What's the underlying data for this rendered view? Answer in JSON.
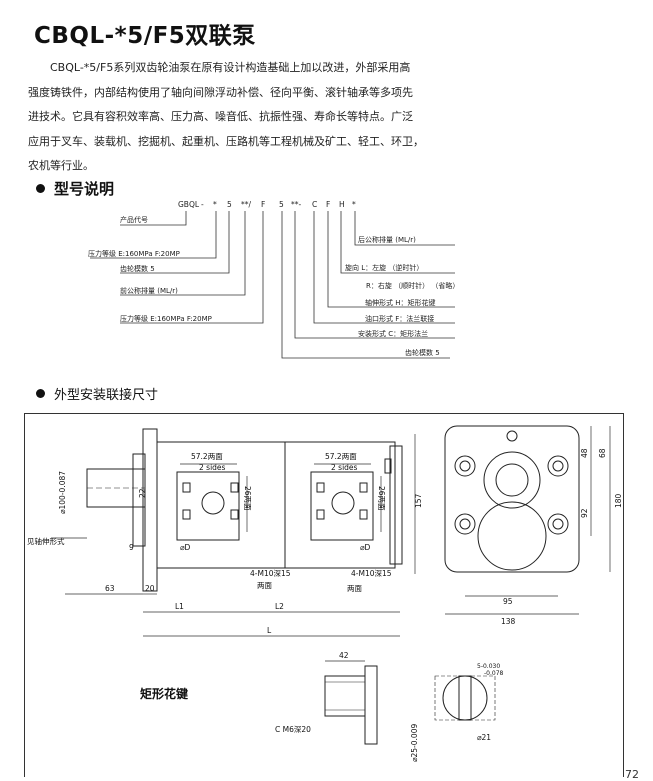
{
  "page": {
    "title": "CBQL-*5/F5双联泵",
    "intro_lines": [
      "CBQL-*5/F5系列双齿轮油泵在原有设计构造基础上加以改进，外部采用高",
      "强度铸铁件，内部结构使用了轴向间隙浮动补偿、径向平衡、滚针轴承等多项先",
      "进技术。它具有容积效率高、压力高、噪音低、抗振性强、寿命长等特点。广泛",
      "应用于叉车、装载机、挖掘机、起重机、压路机等工程机械及矿工、轻工、环卫，",
      "农机等行业。"
    ]
  },
  "model_section": {
    "heading": "型号说明",
    "code_parts": [
      "GBQL",
      "-",
      "*",
      "5",
      "**/",
      "F",
      "5",
      "**-",
      "C",
      "F",
      "H",
      "*"
    ],
    "labels": {
      "product_code": "产品代号",
      "pressure_1": "压力等级 E:160MPa  F:20MP",
      "gear_module_1": "齿轮模数 5",
      "front_displacement": "前公称排量    (ML/r)",
      "pressure_2": "压力等级 E:160MPa  F:20MP",
      "rear_displacement": "后公称排量    (ML/r)",
      "rotation_l": "旋向 L：左旋 （逆时针）",
      "rotation_r": "R：右旋 （顺时针）  （省略）",
      "shaft_type": "轴伸形式 H：矩形花键",
      "port_type": "油口形式 F：法兰联接",
      "mount_type": "安装形式 C：矩形法兰",
      "gear_module_2": "齿轮模数 5"
    }
  },
  "drawing_section": {
    "heading": "外型安装联接尺寸",
    "dims": {
      "w57_1": "57.2两面",
      "sides_1": "2 sides",
      "w57_2": "57.2两面",
      "sides_2": "2 sides",
      "h26_1": "26两面",
      "h26_2": "26两面",
      "shaft_dia": "⌀100-0.087",
      "d22": "22",
      "d9": "9",
      "shaft_label": "见轴伸形式",
      "phiD_1": "⌀D",
      "phiD_2": "⌀D",
      "m10_1": "4-M10深15",
      "m10_1b": "两面",
      "m10_2": "4-M10深15",
      "m10_2b": "两面",
      "d63": "63",
      "d20": "20",
      "L1": "L1",
      "L2": "L2",
      "L": "L",
      "d157": "157",
      "d48": "48",
      "d68": "68",
      "d92": "92",
      "d180": "180",
      "d95": "95",
      "d138": "138",
      "spline_title": "矩形花键",
      "d42": "42",
      "key_tol": "5-0.030",
      "key_tol2": "-0.078",
      "m6": "C M6深20",
      "d25": "⌀25-0.009",
      "d21": "⌀21"
    }
  },
  "footer": {
    "page_number": "72"
  }
}
